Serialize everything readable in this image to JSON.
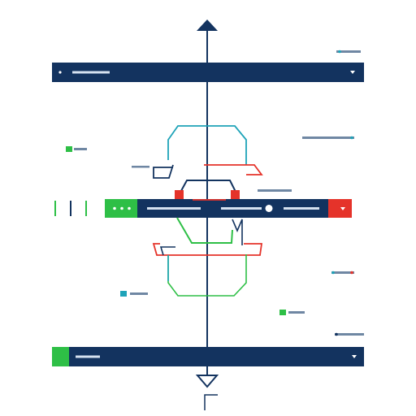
{
  "colors": {
    "navy": "#13335f",
    "teal": "#1ea3b8",
    "green": "#2ebf46",
    "red": "#e5332a",
    "white": "#ffffff",
    "background": "#ffffff"
  },
  "icons": {
    "top_marker": "triangle-up",
    "bottom_marker": "triangle-down",
    "bar_indicator": "chevron-down"
  },
  "bars": {
    "top": {
      "label": ""
    },
    "middle": {
      "label": ""
    },
    "bottom": {
      "label": ""
    }
  },
  "side_labels": {
    "top_right": "",
    "upper_right": "",
    "mid_left": "",
    "mid_right": "",
    "lower_right": "",
    "low_right": "",
    "bottom_right": ""
  }
}
